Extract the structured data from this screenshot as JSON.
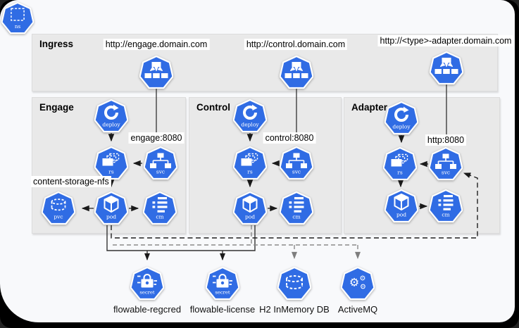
{
  "colors": {
    "blue": "#306CE4",
    "zone_bg": "#e9e9e9",
    "card_bg": "#f8f9fb"
  },
  "icon_labels": {
    "ns": "ns",
    "deploy": "deploy",
    "rs": "rs",
    "svc": "svc",
    "pod": "pod",
    "cm": "cm",
    "pvc": "pvc",
    "secret": "secret"
  },
  "ingress": {
    "title": "Ingress",
    "urls": [
      "http://engage.domain.com",
      "http://control.domain.com",
      "http://<type>-adapter.domain.com"
    ]
  },
  "sections": [
    {
      "title": "Engage",
      "port_label": "engage:8080"
    },
    {
      "title": "Control",
      "port_label": "control:8080"
    },
    {
      "title": "Adapter",
      "port_label": "http:8080"
    }
  ],
  "labels": {
    "content_storage": "content-storage-nfs"
  },
  "bottom": {
    "items": [
      {
        "label": "flowable-regcred"
      },
      {
        "label": "flowable-license"
      },
      {
        "label": "H2 InMemory DB"
      },
      {
        "label": "ActiveMQ"
      }
    ]
  }
}
